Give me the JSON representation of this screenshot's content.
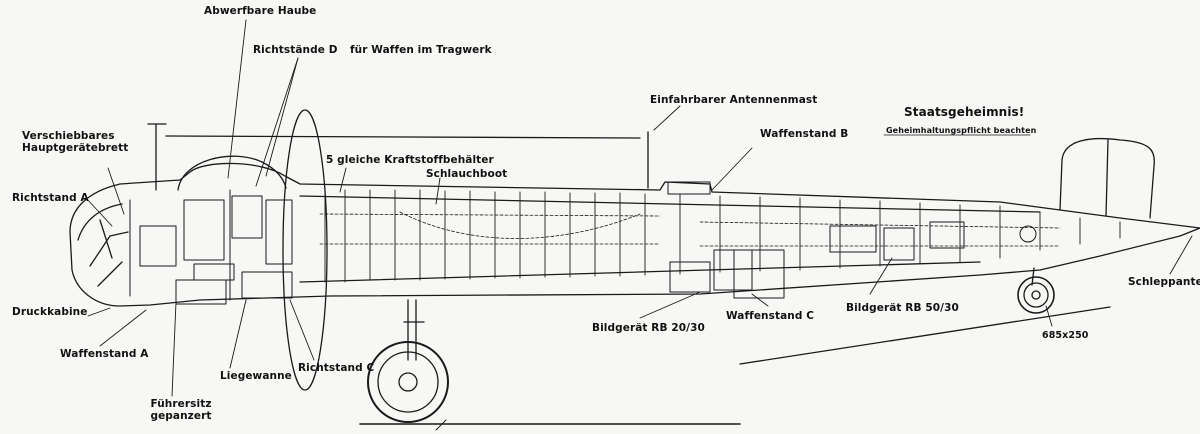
{
  "labels": {
    "abwerfbare_haube": "Abwerfbare Haube",
    "richtstaende_d": "Richtstände D",
    "fuer_waffen": "für Waffen im Tragwerk",
    "verschiebbares": "Verschiebbares",
    "hauptgeraetebrett": "Hauptgerätebrett",
    "richtstand_a": "Richtstand A",
    "kraftstoffbehaelter": "5 gleiche Kraftstoffbehälter",
    "schlauchboot": "Schlauchboot",
    "antennenmast": "Einfahrbarer Antennenmast",
    "waffenstand_b": "Waffenstand B",
    "staatsgeheimnis": "Staatsgeheimnis!",
    "geheimhaltung": "Geheimhaltungspflicht beachten",
    "druckkabine": "Druckkabine",
    "waffenstand_a": "Waffenstand A",
    "liegewanne": "Liegewanne",
    "richtstand_c": "Richtstand C",
    "fuehrersitz_line1": "Führersitz",
    "fuehrersitz_line2": "gepanzert",
    "bildgeraet_20": "Bildgerät  RB  20/30",
    "waffenstand_c": "Waffenstand  C",
    "bildgeraet_50": "Bildgerät  RB  50/30",
    "schleppantenne": "Schleppantenne",
    "reifen": "685x250"
  },
  "colors": {
    "ink": "#1a1a1a",
    "paper": "#f7f7f5"
  }
}
